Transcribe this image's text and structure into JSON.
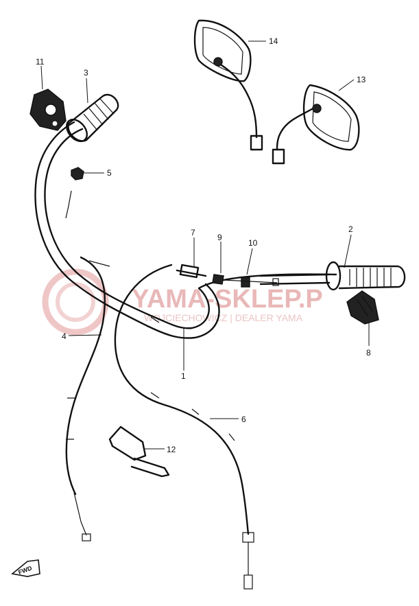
{
  "watermark": {
    "brand": "YAMA-SKLEP.P",
    "subtitle": "WOJCIECHOWICZ | DEALER YAMA"
  },
  "fwd_label": "FWD",
  "callouts": {
    "p1": "1",
    "p2": "2",
    "p3": "3",
    "p4": "4",
    "p5": "5",
    "p6": "6",
    "p7": "7",
    "p8": "8",
    "p9": "9",
    "p10": "10",
    "p11": "11",
    "p12": "12",
    "p13": "13",
    "p14": "14"
  },
  "colors": {
    "line": "#111111",
    "watermark": "#e9b8b8"
  }
}
